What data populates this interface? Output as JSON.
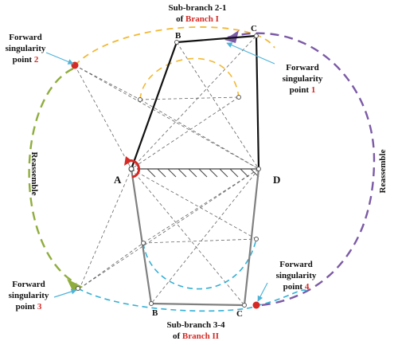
{
  "title_top": {
    "line1": "Sub-branch 2-1",
    "line2_prefix": "of ",
    "line2_branch": "Branch I"
  },
  "title_bottom": {
    "line1": "Sub-branch 3-4",
    "line2_prefix": "of ",
    "line2_branch": "Branch II"
  },
  "points": {
    "A": "A",
    "D": "D",
    "B_top": "B",
    "C_top": "C",
    "B_bottom": "B",
    "C_bottom": "C"
  },
  "singularities": [
    {
      "line1": "Forward",
      "line2": "singularity",
      "line3_prefix": "point ",
      "number": "2"
    },
    {
      "line1": "Forward",
      "line2": "singularity",
      "line3_prefix": "point ",
      "number": "1"
    },
    {
      "line1": "Forward",
      "line2": "singularity",
      "line3_prefix": "point ",
      "number": "3"
    },
    {
      "line1": "Forward",
      "line2": "singularity",
      "line3_prefix": "point ",
      "number": "4"
    }
  ],
  "reassemble_left": "Reassemble",
  "reassemble_right": "Reassemble",
  "colors": {
    "yellow_arc": "#f2b833",
    "green_arc": "#8fad3c",
    "purple_arc": "#7b5aa6",
    "cyan_arc": "#33b0d6",
    "red_accent": "#d52a25",
    "link_dark": "#111111",
    "link_grey": "#808080"
  }
}
